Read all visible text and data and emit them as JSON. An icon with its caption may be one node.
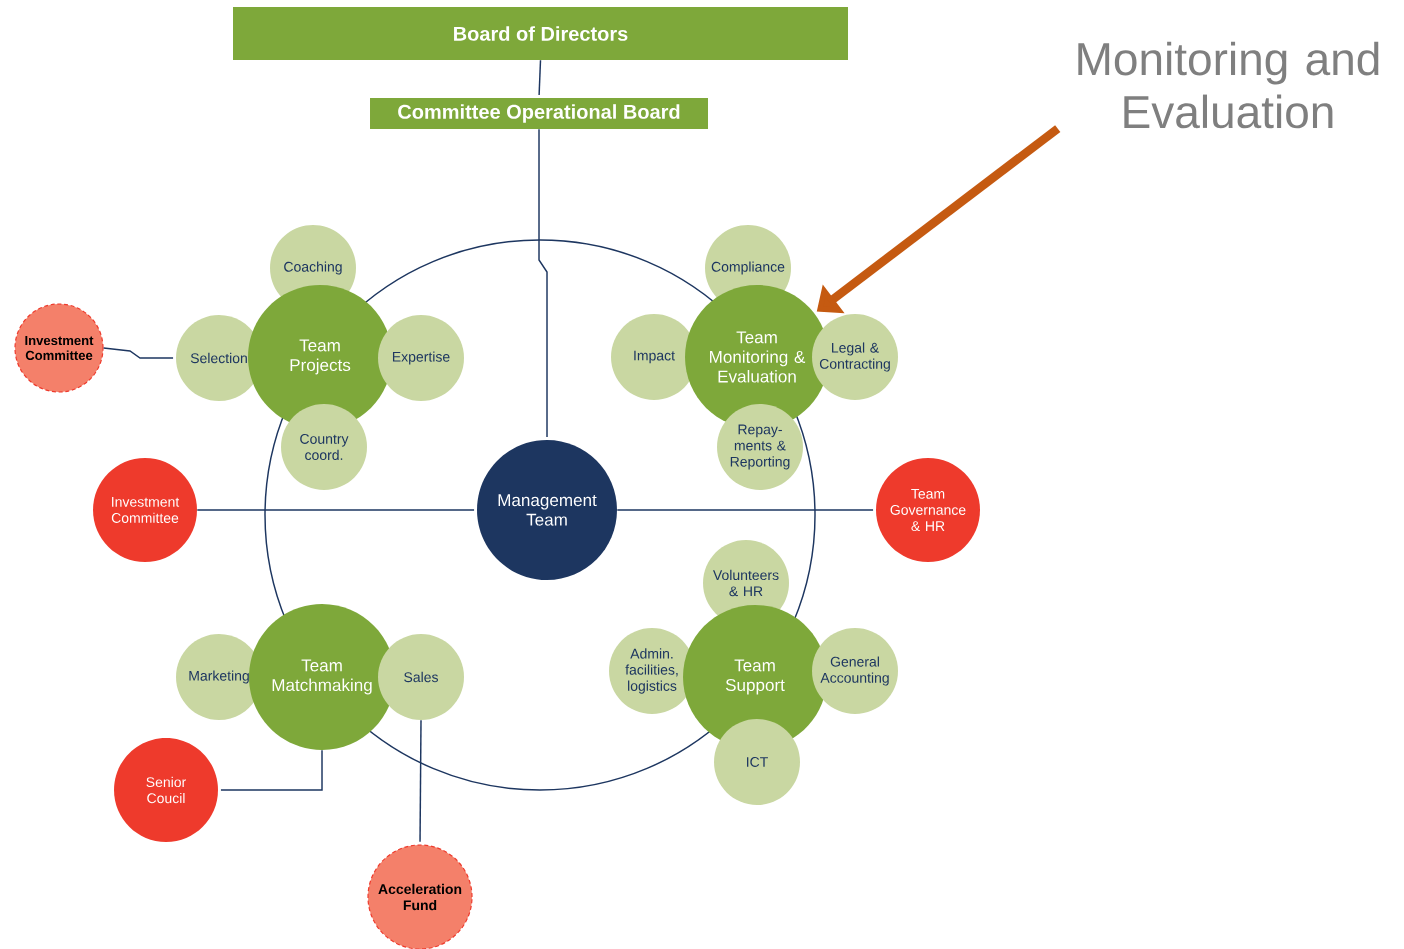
{
  "diagram": {
    "nodes": [
      {
        "text": [
          "Board of Directors"
        ]
      },
      {
        "text": [
          "Committee Operational Board"
        ]
      },
      {
        "text": [
          "Monitoring and Evaluation"
        ]
      },
      {
        "text": [
          "Investment Committee"
        ]
      },
      {
        "text": [
          "Coaching"
        ]
      },
      {
        "text": [
          "Selection"
        ]
      },
      {
        "text": [
          "Team Projects"
        ]
      },
      {
        "text": [
          "Expertise"
        ]
      },
      {
        "text": [
          "Country coord."
        ]
      },
      {
        "text": [
          "Compliance"
        ]
      },
      {
        "text": [
          "Impact"
        ]
      },
      {
        "text": [
          "Team Monitoring & Evaluation"
        ]
      },
      {
        "text": [
          "Legal & Contracting"
        ]
      },
      {
        "text": [
          "Repay-ments & Reporting"
        ]
      },
      {
        "text": [
          "Investment Committee"
        ]
      },
      {
        "text": [
          "Management Team"
        ]
      },
      {
        "text": [
          "Team Governance & HR"
        ]
      },
      {
        "text": [
          "Volunteers & HR"
        ]
      },
      {
        "text": [
          "Marketing"
        ]
      },
      {
        "text": [
          "Team Matchmaking"
        ]
      },
      {
        "text": [
          "Sales"
        ]
      },
      {
        "text": [
          "Admin. facilities, logistics"
        ]
      },
      {
        "text": [
          "Team Support"
        ]
      },
      {
        "text": [
          "General Accounting"
        ]
      },
      {
        "text": [
          "ICT"
        ]
      },
      {
        "text": [
          "Senior Coucil"
        ]
      },
      {
        "text": [
          "Acceleration Fund"
        ]
      }
    ],
    "edges": [
      {
        "from": 0,
        "to": 1,
        "arrow": "none"
      },
      {
        "from": 1,
        "to": 15,
        "arrow": "none"
      },
      {
        "from": 3,
        "to": 5,
        "arrow": "none"
      },
      {
        "from": 14,
        "to": 15,
        "arrow": "none"
      },
      {
        "from": 15,
        "to": 16,
        "arrow": "none"
      },
      {
        "from": 19,
        "to": 25,
        "arrow": "none"
      },
      {
        "from": 20,
        "to": 26,
        "arrow": "none"
      },
      {
        "from": 2,
        "to": 11,
        "arrow": "to",
        "style": "thick",
        "color": "#c55a11"
      }
    ]
  }
}
